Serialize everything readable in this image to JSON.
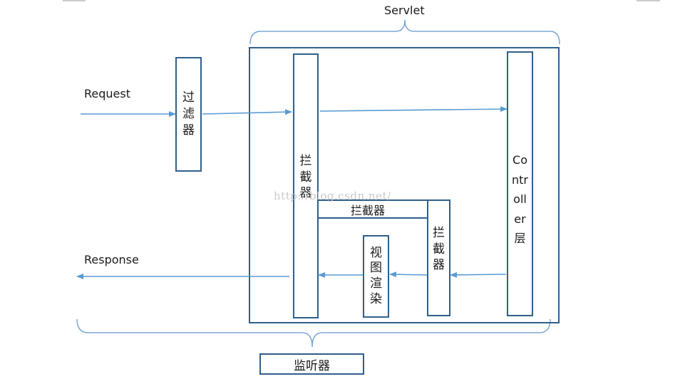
{
  "servlet_label": "Servlet",
  "request_label": "Request",
  "response_label": "Response",
  "filter_label": [
    "过",
    "滤",
    "器"
  ],
  "interceptor_left_label": [
    "拦",
    "截",
    "器"
  ],
  "interceptor_mid_label": "拦截器",
  "interceptor_right_label": [
    "拦",
    "截",
    "器"
  ],
  "view_render_label": [
    "视",
    "图",
    "渲",
    "染"
  ],
  "controller_label": [
    "Co",
    "ntr",
    "oll",
    "er",
    "层"
  ],
  "listener_label": "监听器",
  "watermark": "http://blog.csdn.net/",
  "colors": {
    "box_border": "#2f5f8a",
    "arrow": "#5b9bd5",
    "brace": "#7ba7d4"
  }
}
